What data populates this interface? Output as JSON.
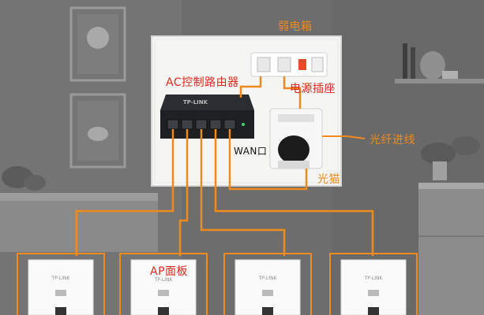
{
  "labels": {
    "box_title": "弱电箱",
    "router": "AC控制路由器",
    "power_strip": "电源插座",
    "fiber_in": "光纤进线",
    "wan_port": "WAN口",
    "modem": "光猫",
    "ap_panel": "AP面板"
  },
  "brand": {
    "router_logo": "TP-LINK",
    "panel_logo": "TP-LINK"
  },
  "colors": {
    "cable": "#f08a1c",
    "label_red": "#e0281c",
    "wall": "#6f6f6f",
    "box_bg": "#f5f5f3"
  }
}
